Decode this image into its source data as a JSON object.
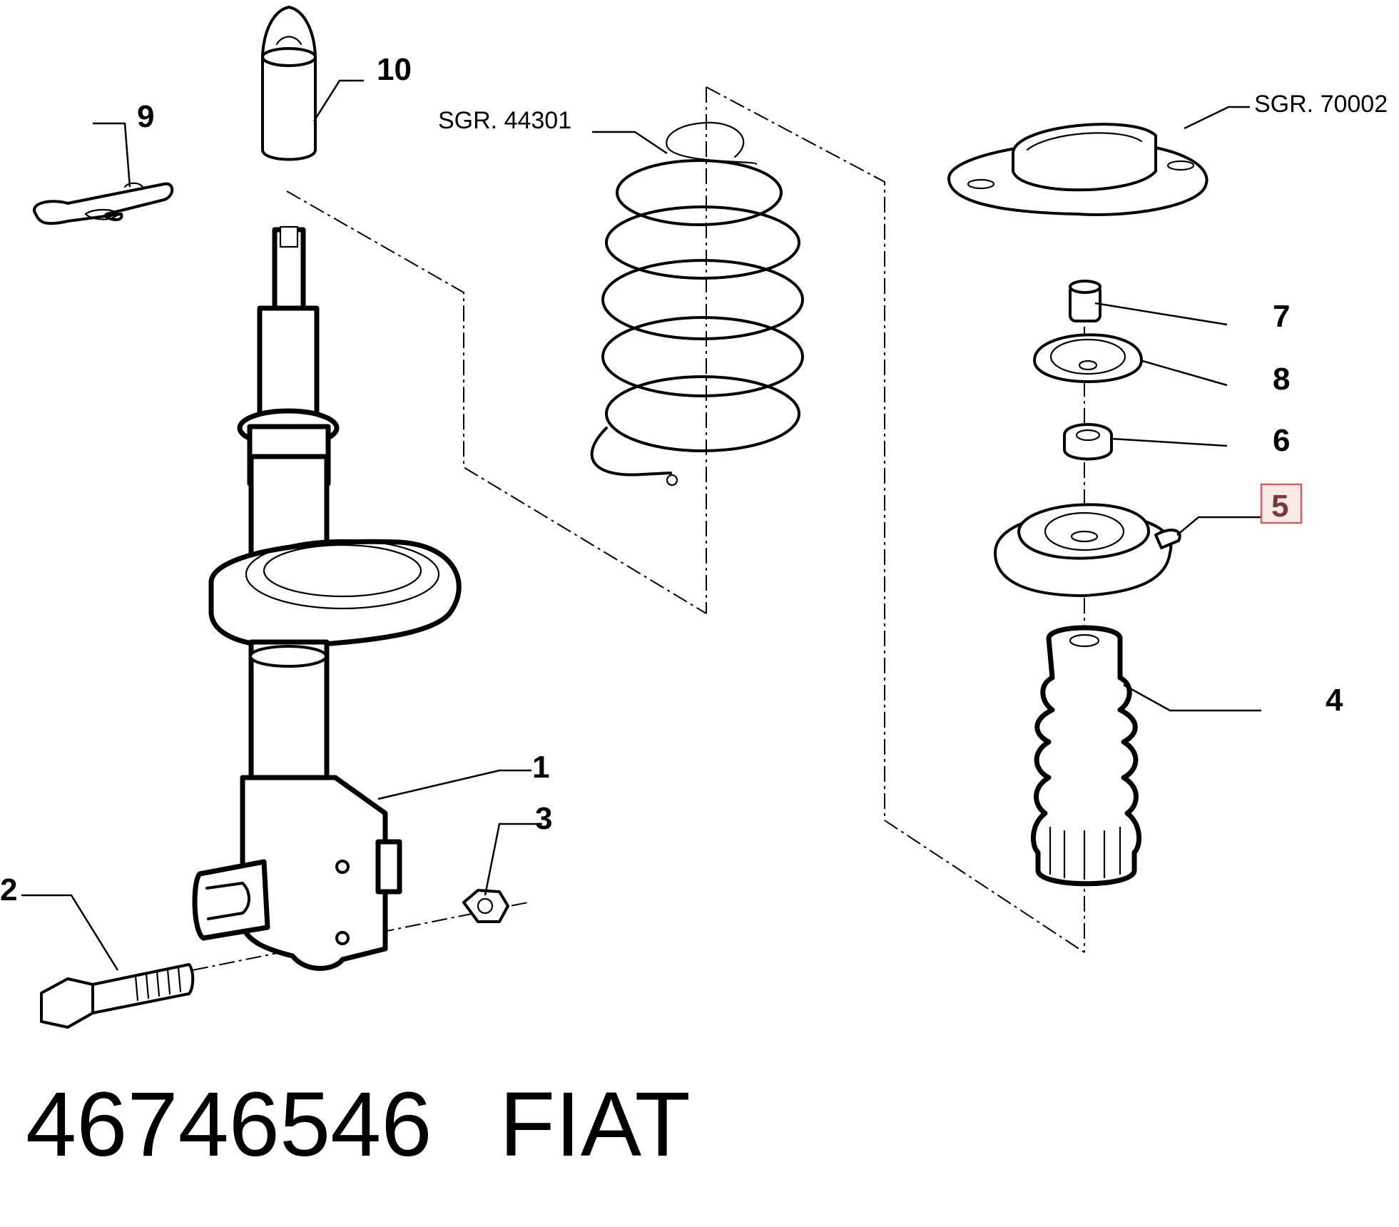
{
  "diagram": {
    "callouts": {
      "c1": "1",
      "c2": "2",
      "c3": "3",
      "c4": "4",
      "c5": "5",
      "c6": "6",
      "c7": "7",
      "c8": "8",
      "c9": "9",
      "c10": "10"
    },
    "highlighted_callout": "5",
    "group_refs": {
      "spring": "SGR. 44301",
      "top_mount": "SGR. 70002"
    }
  },
  "footer": {
    "part_number": "46746546",
    "brand": "FIAT"
  }
}
